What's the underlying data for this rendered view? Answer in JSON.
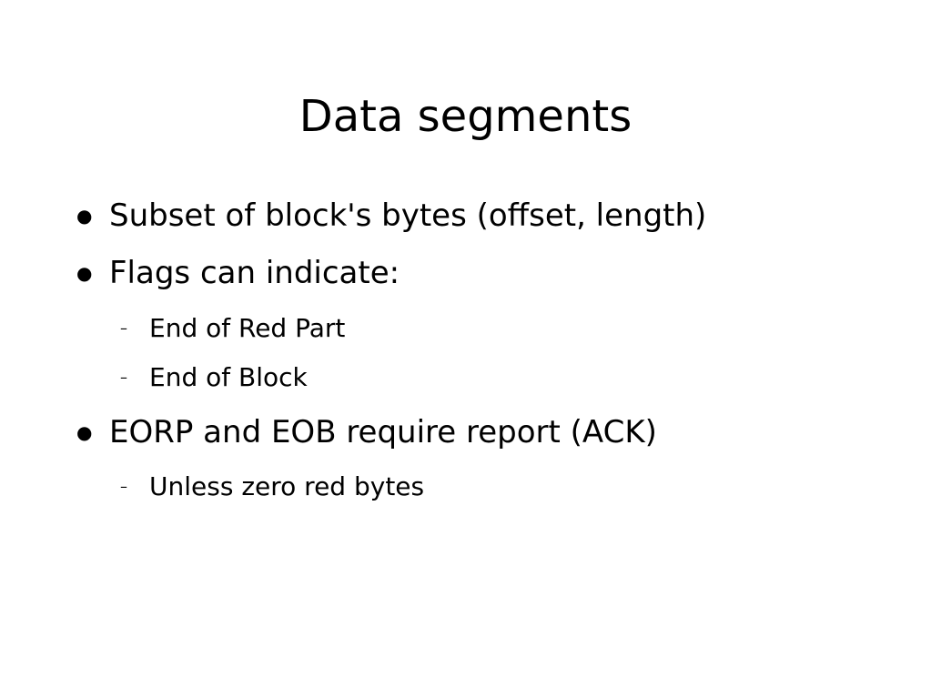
{
  "slide": {
    "title": "Data segments",
    "markers": {
      "level1": "●",
      "level2": "–"
    },
    "items": [
      {
        "text": "Subset of block's bytes (offset, length)"
      },
      {
        "text": "Flags can indicate:"
      },
      {
        "text": "End of Red Part"
      },
      {
        "text": "End of Block"
      },
      {
        "text": "EORP and EOB require report (ACK)"
      },
      {
        "text": "Unless zero red bytes"
      }
    ]
  }
}
